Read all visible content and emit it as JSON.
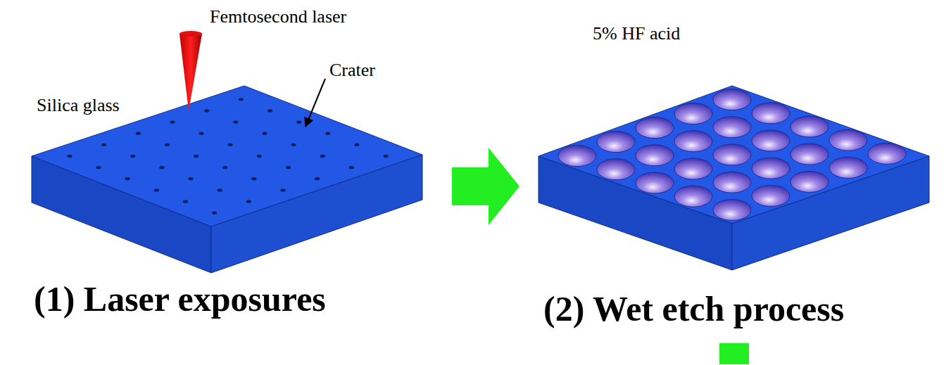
{
  "diagram": {
    "labels": [
      "Femtosecond laser",
      "Silica glass",
      "Crater",
      "5% HF acid",
      "(1) Laser exposures",
      "(2) Wet etch process"
    ]
  }
}
